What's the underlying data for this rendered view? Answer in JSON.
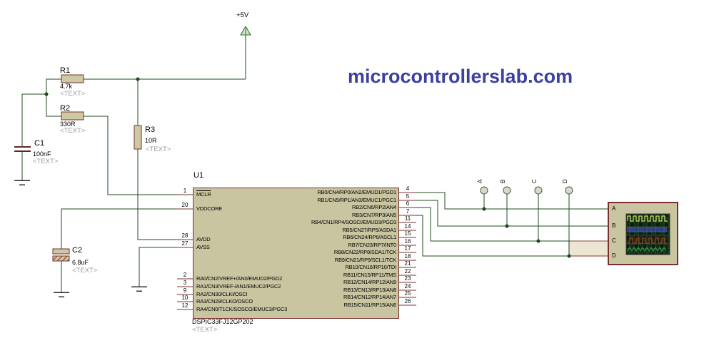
{
  "watermark": {
    "text": "microcontrollerslab.com"
  },
  "power_rail": {
    "label": "+5V"
  },
  "components": {
    "r1": {
      "ref": "R1",
      "value": "4.7k",
      "placeholder": "<TEXT>"
    },
    "r2": {
      "ref": "R2",
      "value": "330R",
      "placeholder": "<TEXT>"
    },
    "r3": {
      "ref": "R3",
      "value": "10R",
      "placeholder": "<TEXT>"
    },
    "c1": {
      "ref": "C1",
      "value": "100nF",
      "placeholder": "<TEXT>"
    },
    "c2": {
      "ref": "C2",
      "value": "6.8uF",
      "placeholder": "<TEXT>"
    },
    "u1": {
      "ref": "U1",
      "part_number": "DSPIC33FJ12GP202",
      "placeholder": "<TEXT>"
    }
  },
  "chip": {
    "left_pins": [
      {
        "num": "1",
        "label": "MCLR"
      },
      {
        "num": "20",
        "label": "VDDCORE"
      },
      {
        "num": "28",
        "label": "AVDD"
      },
      {
        "num": "27",
        "label": "AVSS"
      },
      {
        "num": "2",
        "label": "RA0/CN2/VREF+/AN0/EMUD2/PGD2"
      },
      {
        "num": "3",
        "label": "RA1/CN3/VREF-/AN1/EMUC2/PGC2"
      },
      {
        "num": "9",
        "label": "RA2/CN30/CLKI/OSCI"
      },
      {
        "num": "10",
        "label": "RA3/CN29/CLKO/OSCO"
      },
      {
        "num": "12",
        "label": "RA4/CN0/T1CK/SOSCO/EMUC3/PGC3"
      }
    ],
    "right_pins": [
      {
        "num": "4",
        "label": "RB0/CN4/RP0/AN2/EMUD1/PGD1"
      },
      {
        "num": "5",
        "label": "RB1/CN5/RP1/AN3/EMUC1/PGC1"
      },
      {
        "num": "6",
        "label": "RB2/CN6/RP2/AN4"
      },
      {
        "num": "7",
        "label": "RB3/CN7/RP3/AN5"
      },
      {
        "num": "11",
        "label": "RB4/CN1/RP4/SOSCI/EMUD3/PGD3"
      },
      {
        "num": "14",
        "label": "RB5/CN27/RP5/ASDA1"
      },
      {
        "num": "15",
        "label": "RB6/CN24/RP6/ASCL1"
      },
      {
        "num": "16",
        "label": "RB7/CN23/RP7/INT0"
      },
      {
        "num": "17",
        "label": "RB8/CN22/RP8/SDA1/TCK"
      },
      {
        "num": "18",
        "label": "RB9/CN21/RP9/SCL1/TCK"
      },
      {
        "num": "21",
        "label": "RB10/CN16/RP10/TDI"
      },
      {
        "num": "22",
        "label": "RB11/CN15/RP11/TMS"
      },
      {
        "num": "23",
        "label": "RB12/CN14/RP12/AN9"
      },
      {
        "num": "24",
        "label": "RB13/CN13/RP13/AN8"
      },
      {
        "num": "25",
        "label": "RB14/CN12/RP14/AN7"
      },
      {
        "num": "26",
        "label": "RB15/CN11/RP15/AN6"
      }
    ]
  },
  "terminals": {
    "labels": [
      "A",
      "B",
      "C",
      "D"
    ]
  },
  "oscilloscope": {
    "channels": [
      "A",
      "B",
      "C",
      "D"
    ]
  },
  "colors": {
    "wire": "#1b4d1b",
    "outline": "#7a2f2f",
    "component-fill": "#cdc9a3",
    "chip-fill": "#c9c5a1",
    "watermark": "#3c41a0",
    "screen-bg": "#0d1d0d",
    "trace-a": "#c8e860",
    "trace-b": "#4054c8",
    "trace-c": "#a33a24",
    "trace-d": "#2fa050",
    "text-gray": "#9b9b9b"
  }
}
